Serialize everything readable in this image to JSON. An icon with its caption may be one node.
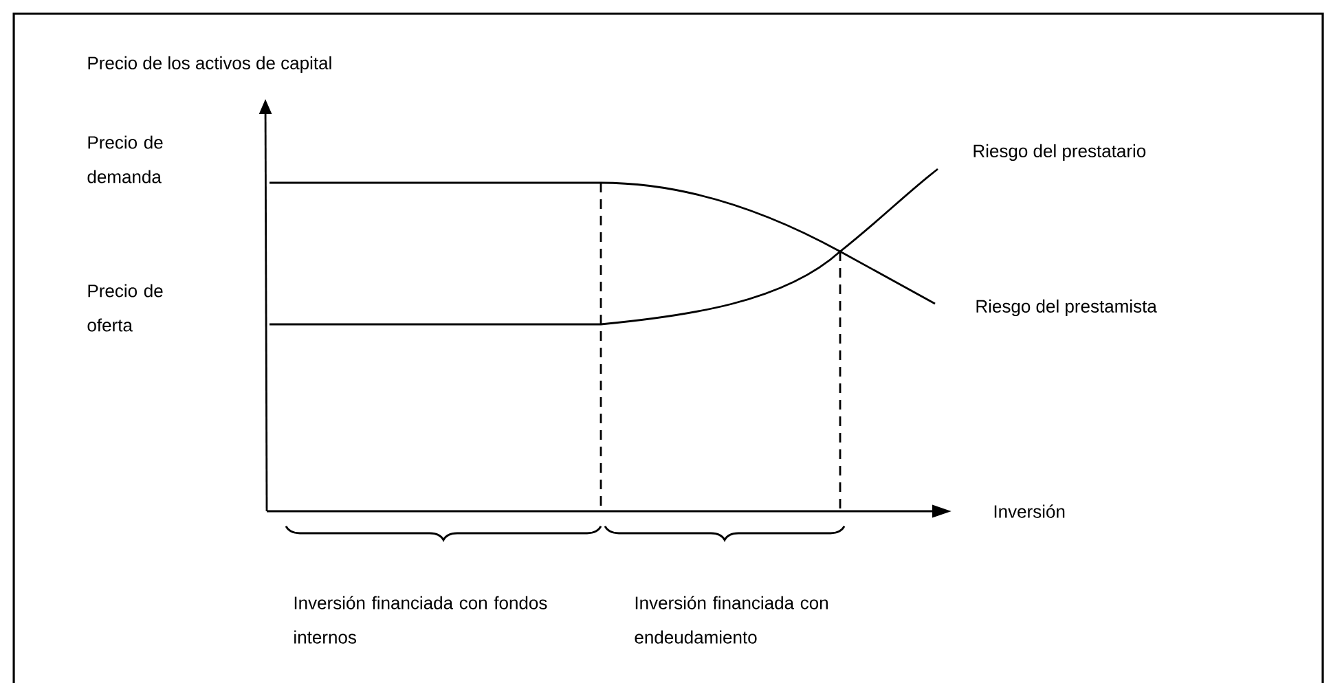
{
  "diagram": {
    "labels": [
      "Precio de los activos de capital",
      "Precio de demanda",
      "Precio de oferta",
      "Riesgo del prestatario",
      "Riesgo del prestamista",
      "Inversión",
      "Inversión financiada con fondos internos",
      "Inversión financiada con endeudamiento"
    ]
  }
}
